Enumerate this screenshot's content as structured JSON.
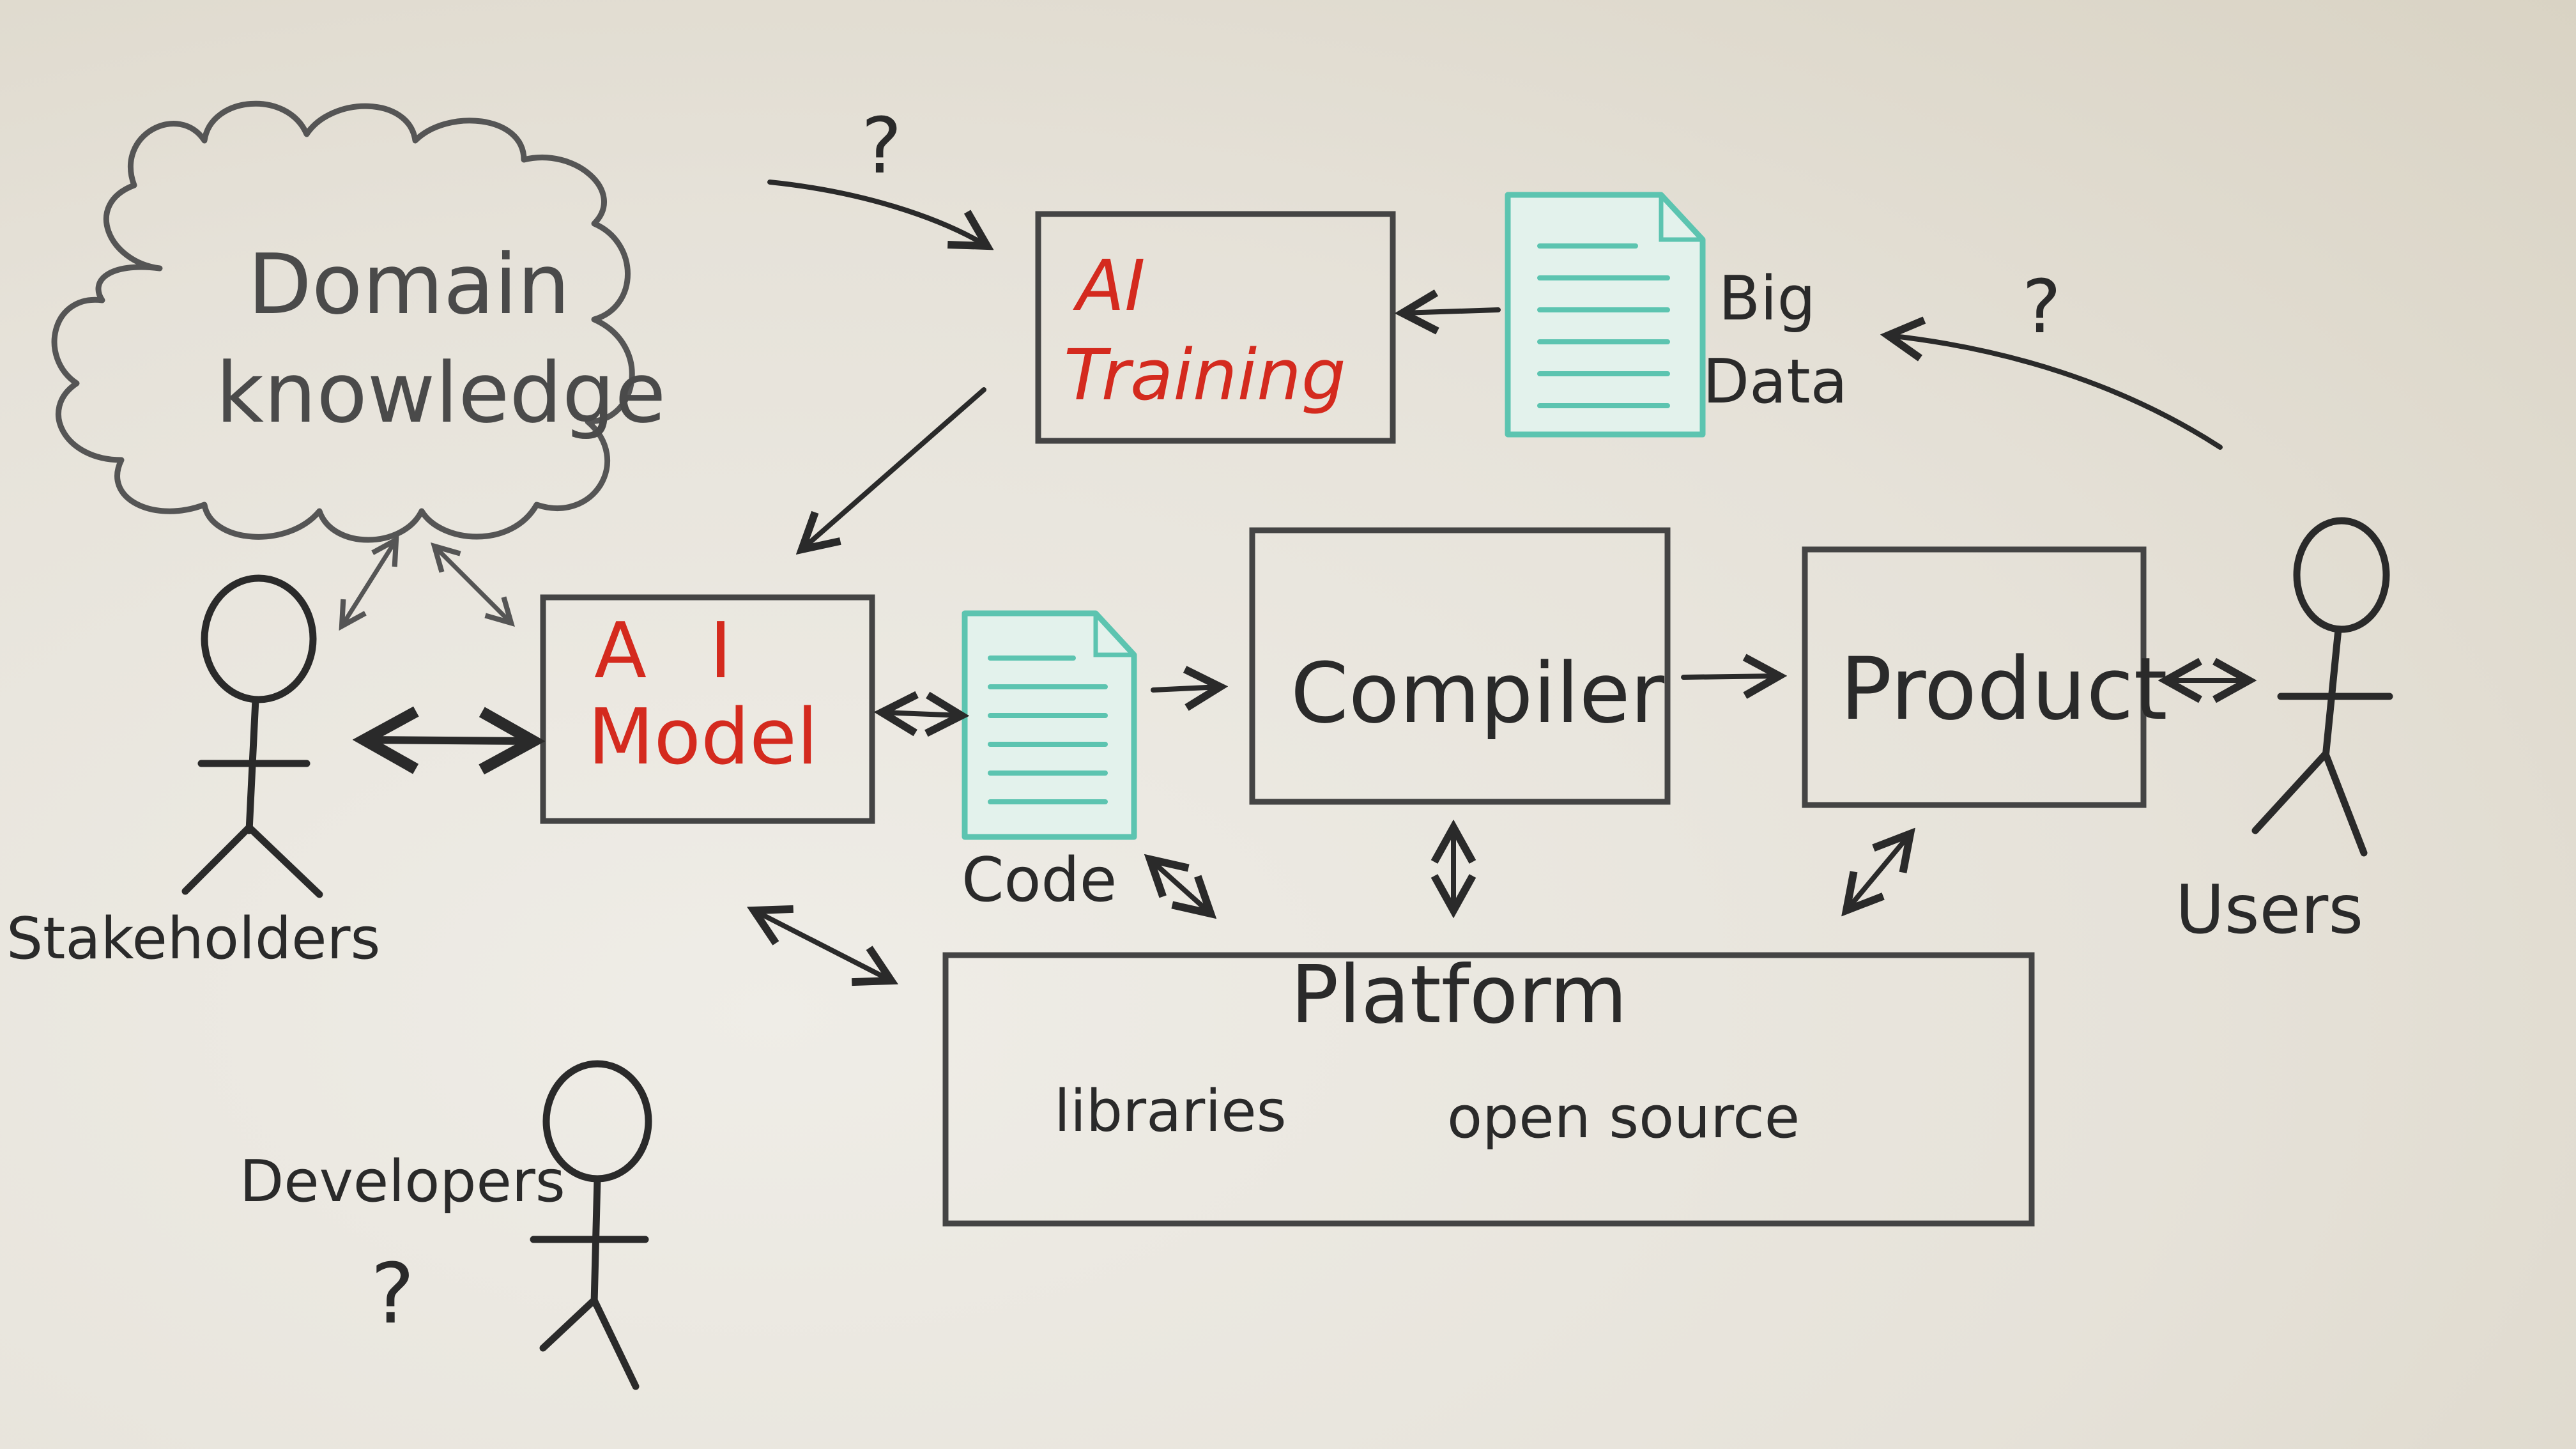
{
  "domain_cloud": {
    "line1": "Domain",
    "line2": "knowledge"
  },
  "ai_training": {
    "line1": "AI",
    "line2": "Training"
  },
  "big_data": {
    "line1": "Big",
    "line2": "Data"
  },
  "ai_model": {
    "line1": "A I",
    "line2": "Model"
  },
  "code": {
    "label": "Code"
  },
  "compiler": {
    "label": "Compiler"
  },
  "product": {
    "label": "Product"
  },
  "platform": {
    "title": "Platform",
    "item1": "libraries",
    "item2": "open source"
  },
  "actors": {
    "stakeholders": "Stakeholders",
    "users": "Users",
    "developers": "Developers"
  },
  "question_marks": {
    "top": "?",
    "right": "?",
    "developers": "?"
  },
  "colors": {
    "ink": "#2a2a2a",
    "red": "#d42a1e",
    "teal": "#5cc4b0",
    "doc_fill": "#e3f2ec",
    "cloud_stroke": "#555555"
  }
}
